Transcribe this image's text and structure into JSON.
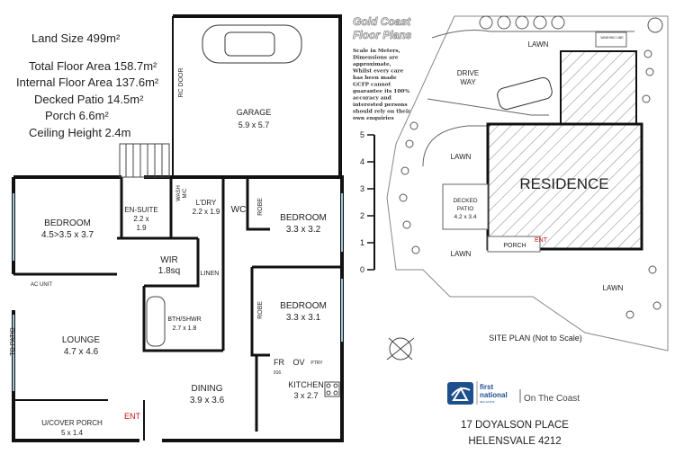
{
  "summary": {
    "land_size": "Land Size 499m²",
    "total_floor_area": "Total Floor Area 158.7m²",
    "internal_floor_area": "Internal Floor Area 137.6m²",
    "decked_patio": "Decked Patio 14.5m²",
    "porch": "Porch 6.6m²",
    "ceiling_height": "Ceiling Height 2.4m"
  },
  "floor_plan": {
    "garage": {
      "name": "GARAGE",
      "size": "5.9 x 5.7",
      "door": "RC DOOR"
    },
    "bedroom_main": {
      "name": "BEDROOM",
      "size": "4.5>3.5 x 3.7"
    },
    "ensuite": {
      "name": "EN-SUITE",
      "size1": "2.2 x",
      "size2": "1.9"
    },
    "wash": {
      "l1": "WASH",
      "l2": "M/C"
    },
    "laundry": {
      "name": "L'DRY",
      "size": "2.2 x 1.9"
    },
    "wc": "WC",
    "robe": "ROBE",
    "bedroom2": {
      "name": "BEDROOM",
      "size": "3.3 x 3.2"
    },
    "wir": {
      "name": "WIR",
      "size": "1.8sq"
    },
    "linen": "LINEN",
    "ac_unit": "AC UNIT",
    "bath": {
      "name": "BTH/SHWR",
      "size": "2.7 x 1.8"
    },
    "bedroom3": {
      "name": "BEDROOM",
      "size": "3.3 x 3.1"
    },
    "to_patio": "TO PATIO",
    "lounge": {
      "name": "LOUNGE",
      "size": "4.7 x 4.6"
    },
    "fr": "FR",
    "ov": "OV",
    "ptry": "PTRY",
    "fridge_width": "916",
    "kitchen": {
      "name": "KITCHEN",
      "size": "3 x 2.7"
    },
    "dining": {
      "name": "DINING",
      "size": "3.9 x 3.6"
    },
    "porch": {
      "name": "U/COVER PORCH",
      "size": "5 x 1.4"
    },
    "entry": "ENT"
  },
  "brand": {
    "l1": "Gold Coast",
    "l2": "Floor Plans"
  },
  "disclaimer": [
    "Scale in Meters,",
    "Dimensions are",
    "approximate,",
    "Whilst every care",
    "has been made",
    "GCFP cannot",
    "guarantee its 100%",
    "accuracy and",
    "interested persons",
    "should rely on their",
    "own enquiries"
  ],
  "scale": [
    "5",
    "4",
    "3",
    "2",
    "1",
    "0"
  ],
  "site_plan": {
    "lawn_top": "LAWN",
    "washing_line": "WASHING LINE",
    "drive1": "DRIVE",
    "drive2": "WAY",
    "lawn_left": "LAWN",
    "residence": "RESIDENCE",
    "decked_patio": {
      "l1": "DECKED",
      "l2": "PATIO",
      "size": "4.2 x 3.4"
    },
    "porch": "PORCH",
    "entry": "ENT",
    "lawn_bottom_left": "LAWN",
    "lawn_bottom_right": "LAWN",
    "caption": "SITE PLAN (Not to Scale)"
  },
  "agency": {
    "first": "first",
    "national": "national",
    "real_estate": "REAL ESTATE",
    "office": "On The Coast",
    "color": "#1d4f8c"
  },
  "address": {
    "line1": "17 DOYALSON PLACE",
    "line2": "HELENSVALE 4212"
  },
  "colors": {
    "wall": "#111111",
    "entry": "#cc1111",
    "window": "#9fc6d6"
  }
}
